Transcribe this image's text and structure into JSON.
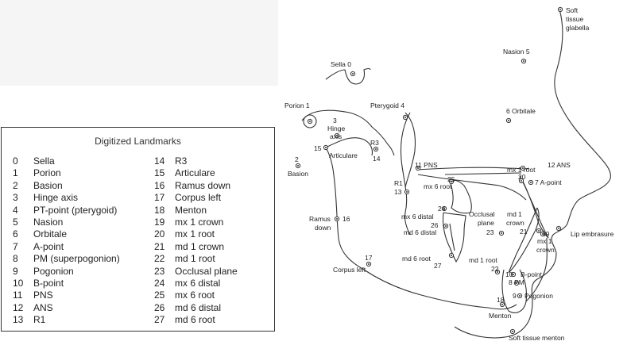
{
  "legend": {
    "title": "Digitized Landmarks",
    "left": [
      {
        "num": "0",
        "label": "Sella"
      },
      {
        "num": "1",
        "label": "Porion"
      },
      {
        "num": "2",
        "label": "Basion"
      },
      {
        "num": "3",
        "label": "Hinge axis"
      },
      {
        "num": "4",
        "label": "PT-point (pterygoid)"
      },
      {
        "num": "5",
        "label": "Nasion"
      },
      {
        "num": "6",
        "label": "Orbitale"
      },
      {
        "num": "7",
        "label": "A-point"
      },
      {
        "num": "8",
        "label": "PM (superpogonion)"
      },
      {
        "num": "9",
        "label": "Pogonion"
      },
      {
        "num": "10",
        "label": "B-point"
      },
      {
        "num": "11",
        "label": "PNS"
      },
      {
        "num": "12",
        "label": "ANS"
      },
      {
        "num": "13",
        "label": "R1"
      }
    ],
    "right": [
      {
        "num": "14",
        "label": "R3"
      },
      {
        "num": "15",
        "label": "Articulare"
      },
      {
        "num": "16",
        "label": "Ramus down"
      },
      {
        "num": "17",
        "label": "Corpus left"
      },
      {
        "num": "18",
        "label": "Menton"
      },
      {
        "num": "19",
        "label": "mx 1 crown"
      },
      {
        "num": "20",
        "label": "mx 1 root"
      },
      {
        "num": "21",
        "label": "md 1 crown"
      },
      {
        "num": "22",
        "label": "md 1 root"
      },
      {
        "num": "23",
        "label": "Occlusal plane"
      },
      {
        "num": "24",
        "label": "mx 6 distal"
      },
      {
        "num": "25",
        "label": "mx 6 root"
      },
      {
        "num": "26",
        "label": "md 6 distal"
      },
      {
        "num": "27",
        "label": "md 6 root"
      }
    ]
  },
  "diagram": {
    "labels": {
      "soft_tissue_glabella": [
        "Soft",
        "tissue",
        "glabella"
      ],
      "sella": "Sella 0",
      "nasion": "Nasion 5",
      "porion": "Porion 1",
      "pterygoid": "Pterygoid 4",
      "orbitale": "6 Orbitale",
      "hinge_axis": [
        "3",
        "Hinge",
        "axis"
      ],
      "articulare": "Articulare",
      "articulare_num": "15",
      "basion": [
        "2",
        "Basion"
      ],
      "r3": [
        "R3",
        "14"
      ],
      "pns": "11 PNS",
      "mx1_root": "mx 1 root",
      "ans": "12 ANS",
      "num20": "20",
      "num25": "25",
      "mx6_root": "mx 6 root",
      "a_point": "7 A-point",
      "r1": [
        "R1",
        "13"
      ],
      "ramus_down": [
        "Ramus",
        "down"
      ],
      "num16": "16",
      "mx6_distal": "mx 6 distal",
      "num24": "24",
      "md6_distal": "md 6 distal",
      "num26": "26",
      "occlusal_plane": [
        "Occlusal",
        "plane"
      ],
      "num23": "23",
      "md1_crown": [
        "md 1",
        "crown"
      ],
      "num21": "21",
      "num19": "19",
      "mx1_crown": [
        "mx 1",
        "crown"
      ],
      "lip_embrasure": "Lip embrasure",
      "corpus_left": "Corpus left",
      "num17": "17",
      "md6_root": "md 6 root",
      "num27": "27",
      "md1_root": "md 1 root",
      "num22": "22",
      "b_point": "B-point",
      "num10": "10",
      "pm": "8 PM",
      "pogonion": "Pogonion",
      "num9": "9",
      "num18": "18",
      "menton": "Menton",
      "soft_tissue_menton": "Soft tissue menton"
    },
    "colors": {
      "line": "#333333",
      "background_panel": "#f5f5f5"
    }
  }
}
